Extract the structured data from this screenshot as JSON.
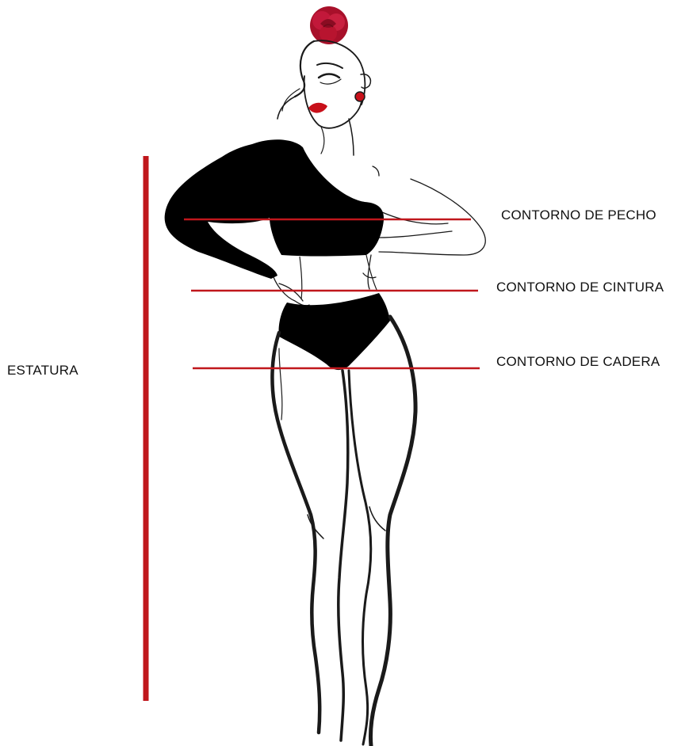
{
  "labels": {
    "height": "ESTATURA",
    "chest": "CONTORNO DE PECHO",
    "waist": "CONTORNO DE CINTURA",
    "hip": "CONTORNO DE CADERA"
  },
  "colors": {
    "measure_line": "#c0171c",
    "garment": "#000000",
    "outline": "#1a1a1a",
    "rose": "#b3122a",
    "lips": "#c8101a"
  }
}
